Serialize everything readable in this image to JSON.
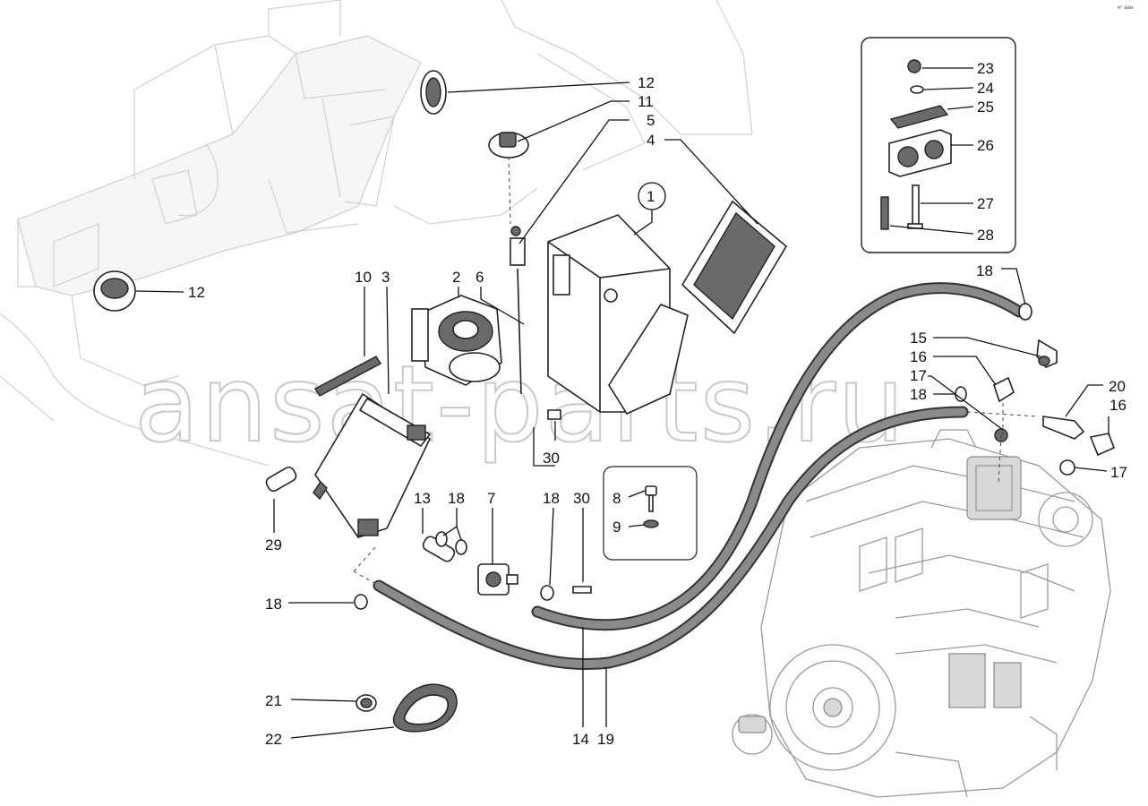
{
  "corner_code": "eⁿ aaa",
  "watermark": "ansat-parts.ru",
  "callouts": {
    "c1": "1",
    "c2": "2",
    "c3": "3",
    "c4": "4",
    "c5": "5",
    "c6": "6",
    "c7": "7",
    "c8": "8",
    "c9": "9",
    "c10": "10",
    "c11": "11",
    "c12a": "12",
    "c12b": "12",
    "c13": "13",
    "c14": "14",
    "c15": "15",
    "c16a": "16",
    "c16b": "16",
    "c17a": "17",
    "c17b": "17",
    "c18a": "18",
    "c18b": "18",
    "c18c": "18",
    "c18d": "18",
    "c18e": "18",
    "c19": "19",
    "c20": "20",
    "c21": "21",
    "c22": "22",
    "c23": "23",
    "c24": "24",
    "c25": "25",
    "c26": "26",
    "c27": "27",
    "c28": "28",
    "c29": "29",
    "c30a": "30",
    "c30b": "30"
  }
}
